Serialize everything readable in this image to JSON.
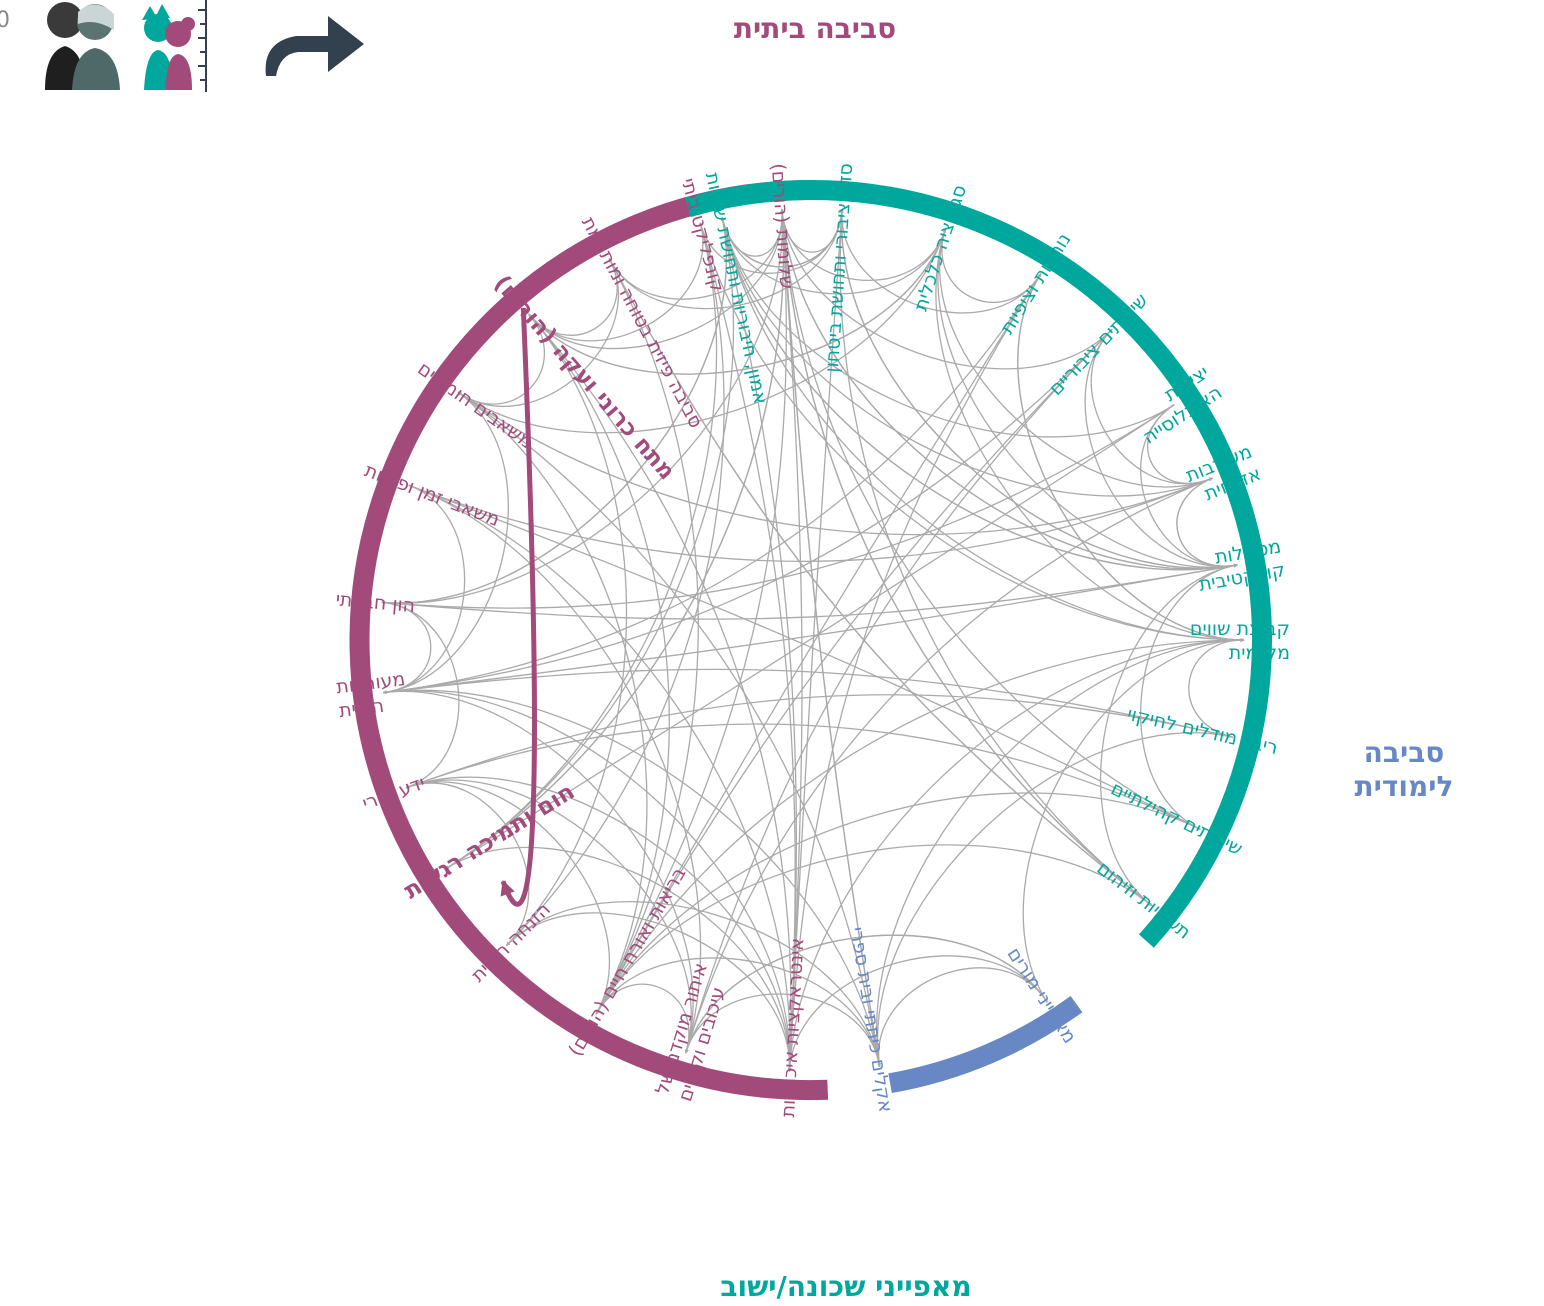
{
  "toolbar": {
    "corner_char": "0"
  },
  "colors": {
    "home": "#a24a79",
    "learning": "#6788c4",
    "neighborhood": "#00a79d",
    "link": "#aaaaaa",
    "highlight": "#a24a79",
    "arrow": "#a6a6a6",
    "dark": "#33414f"
  },
  "groups": [
    {
      "id": "home",
      "title_lines": [
        "סביבה ביתית"
      ],
      "color": "#a24a79"
    },
    {
      "id": "learning",
      "title_lines": [
        "סביבה",
        "לימודית"
      ],
      "color": "#6788c4"
    },
    {
      "id": "neighborhood",
      "title_lines": [
        "מאפייני שכונה/ישוב"
      ],
      "color": "#00a79d"
    }
  ],
  "nodes": [
    {
      "id": "h1",
      "lines": [
        "שלומות (הורים)"
      ],
      "group": "home",
      "bold": false
    },
    {
      "id": "h2",
      "lines": [
        "קונפליקט ביתי"
      ],
      "group": "home",
      "bold": false
    },
    {
      "id": "h3",
      "lines": [
        "סביבה פיזית בטוחה ומותאמת"
      ],
      "group": "home",
      "bold": false
    },
    {
      "id": "h4",
      "lines": [
        "מתח כרוני ועקה (הורים)"
      ],
      "group": "home",
      "bold": true
    },
    {
      "id": "h5",
      "lines": [
        "משאבים חומריים"
      ],
      "group": "home",
      "bold": false
    },
    {
      "id": "h6",
      "lines": [
        "משאבי זמן ופנויות"
      ],
      "group": "home",
      "bold": false
    },
    {
      "id": "h7",
      "lines": [
        "הון חברתי"
      ],
      "group": "home",
      "bold": false
    },
    {
      "id": "h8",
      "lines": [
        "מעורבות",
        "הורית"
      ],
      "group": "home",
      "bold": false
    },
    {
      "id": "h9",
      "lines": [
        "ידע הורי"
      ],
      "group": "home",
      "bold": false
    },
    {
      "id": "h10",
      "lines": [
        "חום ותמיכה רגשית"
      ],
      "group": "home",
      "bold": true
    },
    {
      "id": "h11",
      "lines": [
        "הזנחה הורית"
      ],
      "group": "home",
      "bold": false
    },
    {
      "id": "h12",
      "lines": [
        "בריאות ואורח חיים (הורים)"
      ],
      "group": "home",
      "bold": false
    },
    {
      "id": "h13",
      "lines": [
        "איתור מוקדם של",
        "עיכובים וקשיים"
      ],
      "group": "home",
      "bold": false
    },
    {
      "id": "h14",
      "lines": [
        "אינטראקציות איכותיות"
      ],
      "group": "home",
      "bold": false
    },
    {
      "id": "l1",
      "lines": [
        "אקלים כיתתי ובית ספרי"
      ],
      "group": "learning",
      "bold": false
    },
    {
      "id": "l2",
      "lines": [
        "מאפייני מורים"
      ],
      "group": "learning",
      "bold": false
    },
    {
      "id": "n1",
      "lines": [
        "תשתיות וזיהום"
      ],
      "group": "neighborhood",
      "bold": false
    },
    {
      "id": "n2",
      "lines": [
        "שירותים קהילתיים"
      ],
      "group": "neighborhood",
      "bold": false
    },
    {
      "id": "n3",
      "lines": [
        "ריבוי מודלים לחיקוי"
      ],
      "group": "neighborhood",
      "bold": false
    },
    {
      "id": "n4",
      "lines": [
        "קבוצת שווים",
        "מקומית"
      ],
      "group": "neighborhood",
      "bold": false
    },
    {
      "id": "n5",
      "lines": [
        "מסוגלות",
        "קולקטיבית"
      ],
      "group": "neighborhood",
      "bold": false
    },
    {
      "id": "n6",
      "lines": [
        "מעורבות",
        "אזרחית"
      ],
      "group": "neighborhood",
      "bold": false
    },
    {
      "id": "n7",
      "lines": [
        "יציבות",
        "האוכלוסייה"
      ],
      "group": "neighborhood",
      "bold": false
    },
    {
      "id": "n8",
      "lines": [
        "שירותים ציבוריים"
      ],
      "group": "neighborhood",
      "bold": false
    },
    {
      "id": "n9",
      "lines": [
        "נורמות וציפיות"
      ],
      "group": "neighborhood",
      "bold": false
    },
    {
      "id": "n10",
      "lines": [
        "סגרגציה כלכלית"
      ],
      "group": "neighborhood",
      "bold": false
    },
    {
      "id": "n11",
      "lines": [
        "סדר ציבורי ותחושת ביטחון"
      ],
      "group": "neighborhood",
      "bold": false
    },
    {
      "id": "n12",
      "lines": [
        "אמון, חיבוריות ותחושת שייכות"
      ],
      "group": "neighborhood",
      "bold": false
    }
  ],
  "highlight_link": {
    "source": "h4",
    "target": "h10"
  },
  "links": [
    [
      "h1",
      "h3"
    ],
    [
      "h1",
      "h4"
    ],
    [
      "h1",
      "h10"
    ],
    [
      "h1",
      "h12"
    ],
    [
      "h1",
      "l1"
    ],
    [
      "h1",
      "n1"
    ],
    [
      "h1",
      "n5"
    ],
    [
      "h1",
      "h14"
    ],
    [
      "h2",
      "h4"
    ],
    [
      "h2",
      "h10"
    ],
    [
      "h2",
      "h14"
    ],
    [
      "h2",
      "h11"
    ],
    [
      "h2",
      "n4"
    ],
    [
      "h3",
      "h12"
    ],
    [
      "h3",
      "n1"
    ],
    [
      "h3",
      "h4"
    ],
    [
      "h4",
      "h11"
    ],
    [
      "h4",
      "h14"
    ],
    [
      "h4",
      "h12"
    ],
    [
      "h4",
      "n10"
    ],
    [
      "h5",
      "h3"
    ],
    [
      "h5",
      "h8"
    ],
    [
      "h5",
      "h12"
    ],
    [
      "h5",
      "n6"
    ],
    [
      "h5",
      "h4"
    ],
    [
      "h5",
      "l1"
    ],
    [
      "h6",
      "h8"
    ],
    [
      "h6",
      "h14"
    ],
    [
      "h6",
      "n6"
    ],
    [
      "h6",
      "h13"
    ],
    [
      "h7",
      "h8"
    ],
    [
      "h7",
      "h9"
    ],
    [
      "h7",
      "n5"
    ],
    [
      "h7",
      "h1"
    ],
    [
      "h7",
      "n12"
    ],
    [
      "h8",
      "h14"
    ],
    [
      "h8",
      "l1"
    ],
    [
      "h8",
      "h13"
    ],
    [
      "h9",
      "h14"
    ],
    [
      "h9",
      "h13"
    ],
    [
      "h9",
      "h11"
    ],
    [
      "h9",
      "h12"
    ],
    [
      "h10",
      "h14"
    ],
    [
      "h10",
      "h1"
    ],
    [
      "h11",
      "h14"
    ],
    [
      "h11",
      "l1"
    ],
    [
      "h12",
      "h13"
    ],
    [
      "h12",
      "l1"
    ],
    [
      "h13",
      "l1"
    ],
    [
      "h13",
      "l2"
    ],
    [
      "l1",
      "l2"
    ],
    [
      "l1",
      "h1"
    ],
    [
      "l2",
      "h13"
    ],
    [
      "l2",
      "h14"
    ],
    [
      "l2",
      "n4"
    ],
    [
      "n1",
      "h12"
    ],
    [
      "n1",
      "h3"
    ],
    [
      "n1",
      "n5"
    ],
    [
      "n1",
      "h1"
    ],
    [
      "n1",
      "n11"
    ],
    [
      "n2",
      "h9"
    ],
    [
      "n2",
      "h6"
    ],
    [
      "n2",
      "h12"
    ],
    [
      "n2",
      "h1"
    ],
    [
      "n2",
      "n5"
    ],
    [
      "n3",
      "h9"
    ],
    [
      "n3",
      "h8"
    ],
    [
      "n3",
      "n4"
    ],
    [
      "n3",
      "l1"
    ],
    [
      "n4",
      "h14"
    ],
    [
      "n4",
      "h12"
    ],
    [
      "n4",
      "n9"
    ],
    [
      "n4",
      "l1"
    ],
    [
      "n5",
      "n11"
    ],
    [
      "n5",
      "n12"
    ],
    [
      "n5",
      "n6"
    ],
    [
      "n5",
      "h8"
    ],
    [
      "n5",
      "h1"
    ],
    [
      "n6",
      "n5"
    ],
    [
      "n6",
      "h13"
    ],
    [
      "n6",
      "n12"
    ],
    [
      "n7",
      "n12"
    ],
    [
      "n7",
      "n6"
    ],
    [
      "n7",
      "n5"
    ],
    [
      "n7",
      "h7"
    ],
    [
      "n7",
      "h10"
    ],
    [
      "n8",
      "n6"
    ],
    [
      "n8",
      "h8"
    ],
    [
      "n8",
      "n5"
    ],
    [
      "n8",
      "h12"
    ],
    [
      "n8",
      "h1"
    ],
    [
      "n8",
      "h13"
    ],
    [
      "n9",
      "n4"
    ],
    [
      "n9",
      "h8"
    ],
    [
      "n9",
      "h14"
    ],
    [
      "n9",
      "h12"
    ],
    [
      "n9",
      "n11"
    ],
    [
      "n10",
      "n4"
    ],
    [
      "n10",
      "n5"
    ],
    [
      "n10",
      "n9"
    ],
    [
      "n10",
      "n12"
    ],
    [
      "n10",
      "h4"
    ],
    [
      "n10",
      "h5"
    ],
    [
      "n10",
      "h1"
    ],
    [
      "n10",
      "n6"
    ],
    [
      "n11",
      "h1"
    ],
    [
      "n11",
      "h2"
    ],
    [
      "n11",
      "n12"
    ],
    [
      "n11",
      "n5"
    ],
    [
      "n11",
      "h3"
    ],
    [
      "n11",
      "h14"
    ],
    [
      "n12",
      "h1"
    ],
    [
      "n12",
      "h7"
    ],
    [
      "n12",
      "n11"
    ],
    [
      "n12",
      "h10"
    ],
    [
      "n12",
      "h14"
    ],
    [
      "n12",
      "n5"
    ],
    [
      "n12",
      "n4"
    ]
  ]
}
